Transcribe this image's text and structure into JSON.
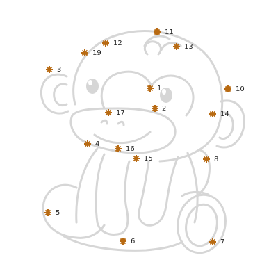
{
  "puzzle": {
    "dot_color": "#b86a12",
    "outline_color": "#d6d6d6",
    "label_color": "#222222",
    "dots": [
      {
        "number": "1"
      },
      {
        "number": "2"
      },
      {
        "number": "3"
      },
      {
        "number": "4"
      },
      {
        "number": "5"
      },
      {
        "number": "6"
      },
      {
        "number": "7"
      },
      {
        "number": "8"
      },
      {
        "number": "10"
      },
      {
        "number": "11"
      },
      {
        "number": "12"
      },
      {
        "number": "13"
      },
      {
        "number": "14"
      },
      {
        "number": "15"
      },
      {
        "number": "16"
      },
      {
        "number": "17"
      },
      {
        "number": "19"
      }
    ]
  }
}
